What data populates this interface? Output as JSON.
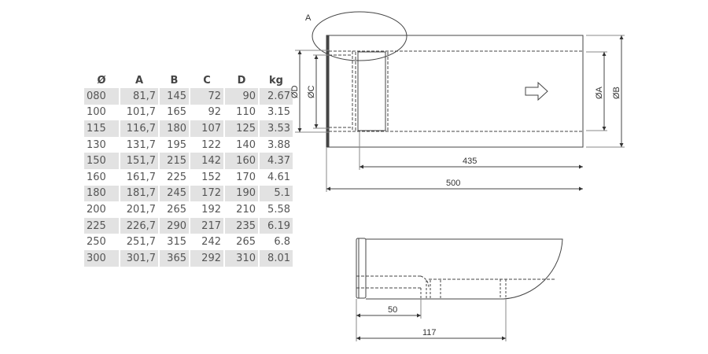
{
  "table": {
    "headers": [
      "Ø",
      "A",
      "B",
      "C",
      "D",
      "kg"
    ],
    "rows": [
      [
        "080",
        "81,7",
        "145",
        "72",
        "90",
        "2.67"
      ],
      [
        "100",
        "101,7",
        "165",
        "92",
        "110",
        "3.15"
      ],
      [
        "115",
        "116,7",
        "180",
        "107",
        "125",
        "3.53"
      ],
      [
        "130",
        "131,7",
        "195",
        "122",
        "140",
        "3.88"
      ],
      [
        "150",
        "151,7",
        "215",
        "142",
        "160",
        "4.37"
      ],
      [
        "160",
        "161,7",
        "225",
        "152",
        "170",
        "4.61"
      ],
      [
        "180",
        "181,7",
        "245",
        "172",
        "190",
        "5.1"
      ],
      [
        "200",
        "201,7",
        "265",
        "192",
        "210",
        "5.58"
      ],
      [
        "225",
        "226,7",
        "290",
        "217",
        "235",
        "6.19"
      ],
      [
        "250",
        "251,7",
        "315",
        "242",
        "265",
        "6.8"
      ],
      [
        "300",
        "301,7",
        "365",
        "292",
        "310",
        "8.01"
      ]
    ]
  },
  "drawing": {
    "detail_label": "A",
    "dim_D": "ØD",
    "dim_C": "ØC",
    "dim_A": "ØA",
    "dim_B": "ØB",
    "length_inner": "435",
    "length_total": "500",
    "detail_len_1": "50",
    "detail_len_2": "117",
    "flow_icon": "arrow-right-outline"
  }
}
